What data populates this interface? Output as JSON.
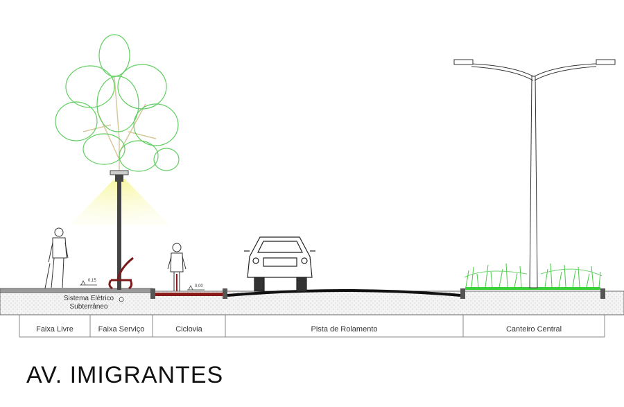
{
  "drawing": {
    "title": "AV. IMIGRANTES",
    "zones": [
      {
        "label": "Faixa Livre"
      },
      {
        "label": "Faixa Serviço"
      },
      {
        "label": "Ciclovia"
      },
      {
        "label": "Pista de Rolamento"
      },
      {
        "label": "Canteiro Central"
      }
    ],
    "notes": {
      "electric_line1": "Sistema Elétrico",
      "electric_line2": "Subterrâneo",
      "level_sidewalk": "0,15",
      "level_bikeway": "0,00"
    },
    "colors": {
      "ground_hatch": "#888888",
      "bikeway": "#8b1a1a",
      "median_grass": "#3ccf3c",
      "tree_foliage": "#5fcf5f",
      "lamp_light": "#f4f4a0"
    },
    "icons": [
      "tree-icon",
      "street-lamp-icon",
      "pedestrian-icon",
      "bench-icon",
      "cyclist-icon",
      "car-icon",
      "double-street-light-icon",
      "shrubs-icon"
    ]
  }
}
